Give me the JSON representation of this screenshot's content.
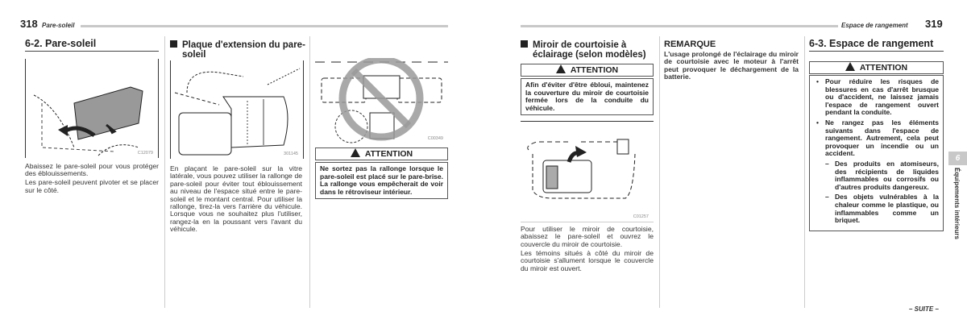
{
  "left_page": {
    "page_number": "318",
    "running_title": "Pare-soleil",
    "section_heading": "6-2. Pare-soleil",
    "figure1_code": "C12079",
    "col1_paragraphs": [
      "Abaissez le pare-soleil pour vous protéger des éblouissements.",
      "Les pare-soleil peuvent pivoter et se placer sur le côté."
    ],
    "subsection_heading": "Plaque d'extension du pare-soleil",
    "figure2_code": "301145",
    "col2_paragraph": "En plaçant le pare-soleil sur la vitre latérale, vous pouvez utiliser la rallonge de pare-soleil pour éviter tout éblouissement au niveau de l'espace situé entre le pare-soleil et le montant central. Pour utiliser la rallonge, tirez-la vers l'arrière du véhicule. Lorsque vous ne souhaitez plus l'utiliser, rangez-la en la poussant vers l'avant du véhicule.",
    "figure3_code": "C00349",
    "attention_label": "ATTENTION",
    "attention_text": "Ne sortez pas la rallonge lorsque le pare-soleil est placé sur le pare-brise. La rallonge vous empêcherait de voir dans le rétroviseur intérieur."
  },
  "right_page": {
    "page_number": "319",
    "running_title": "Espace de rangement",
    "subsection_heading": "Miroir de courtoisie à éclairage (selon modèles)",
    "attention1_label": "ATTENTION",
    "attention1_text": "Afin d'éviter d'être ébloui, maintenez la couverture du miroir de courtoisie fermée lors de la conduite du véhicule.",
    "figure4_code": "C01257",
    "col1_paragraphs": [
      "Pour utiliser le miroir de courtoisie, abaissez le pare-soleil et ouvrez le couvercle du miroir de courtoisie.",
      "Les témoins situés à côté du miroir de courtoisie s'allument lorsque le couvercle du miroir est ouvert."
    ],
    "remark_heading": "REMARQUE",
    "remark_text": "L'usage prolongé de l'éclairage du miroir de courtoisie avec le moteur à l'arrêt peut provoquer le déchargement de la batterie.",
    "section_heading": "6-3. Espace de rangement",
    "attention2_label": "ATTENTION",
    "attention2_bullets": [
      "Pour réduire les risques de blessures en cas d'arrêt brusque ou d'accident, ne laissez jamais l'espace de rangement ouvert pendant la conduite.",
      "Ne rangez pas les éléments suivants dans l'espace de rangement. Autrement, cela peut provoquer un incendie ou un accident."
    ],
    "attention2_dashes": [
      "Des produits en atomiseurs, des récipients de liquides inflammables ou corrosifs ou d'autres produits dangereux.",
      "Des objets vulnérables à la chaleur comme le plastique, ou inflammables comme un briquet."
    ],
    "chapter_tab": "6",
    "chapter_title": "Équipements intérieurs",
    "continued": "– SUITE –"
  }
}
